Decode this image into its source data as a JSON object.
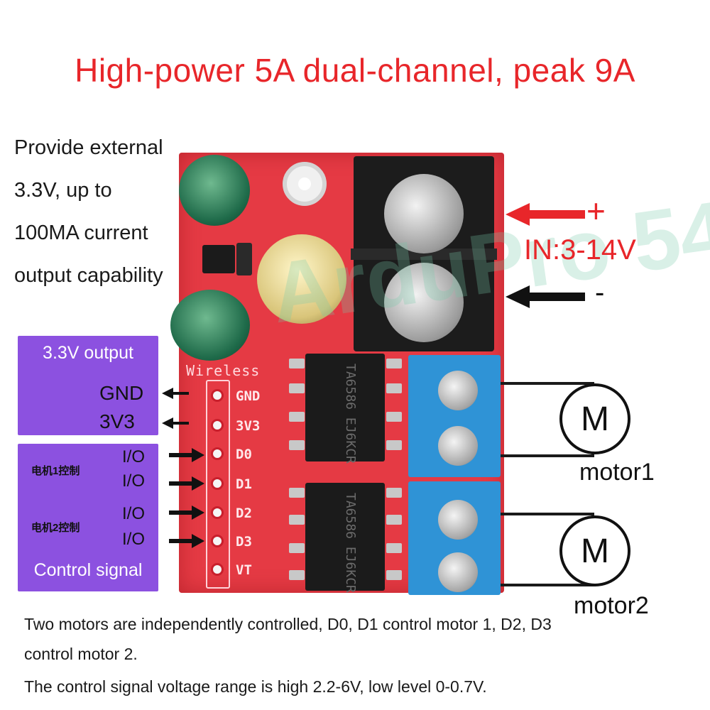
{
  "title": "High-power 5A dual-channel, peak 9A",
  "external_note": [
    "Provide external",
    "3.3V, up to",
    "100MA current",
    "output capability"
  ],
  "input": {
    "plus": "+",
    "range": "IN:3-14V",
    "minus": "-"
  },
  "output_box": {
    "title": "3.3V  output",
    "gnd": "GND",
    "v3": "3V3"
  },
  "control_box": {
    "motor1_cn": "电机1控制",
    "motor2_cn": "电机2控制",
    "io": [
      "I/O",
      "I/O",
      "I/O",
      "I/O"
    ],
    "title": "Control signal"
  },
  "board": {
    "silk": "Wireless",
    "pins": [
      "GND",
      "3V3",
      "D0",
      "D1",
      "D2",
      "D3",
      "VT"
    ],
    "chip_text": [
      "TA6586 EJ6KCR",
      "TA6586 EJ6KCR"
    ]
  },
  "motors": {
    "symbol": "M",
    "labels": [
      "motor1",
      "motor2"
    ]
  },
  "notes": [
    "Two motors are independently controlled, D0, D1 control motor 1, D2, D3",
    "control motor 2.",
    "The control signal voltage range is high 2.2-6V, low level 0-0.7V."
  ],
  "colors": {
    "title_red": "#e8262a",
    "board_red": "#e53a44",
    "label_purple": "#8c51e0",
    "terminal_blue": "#2f93d6"
  }
}
